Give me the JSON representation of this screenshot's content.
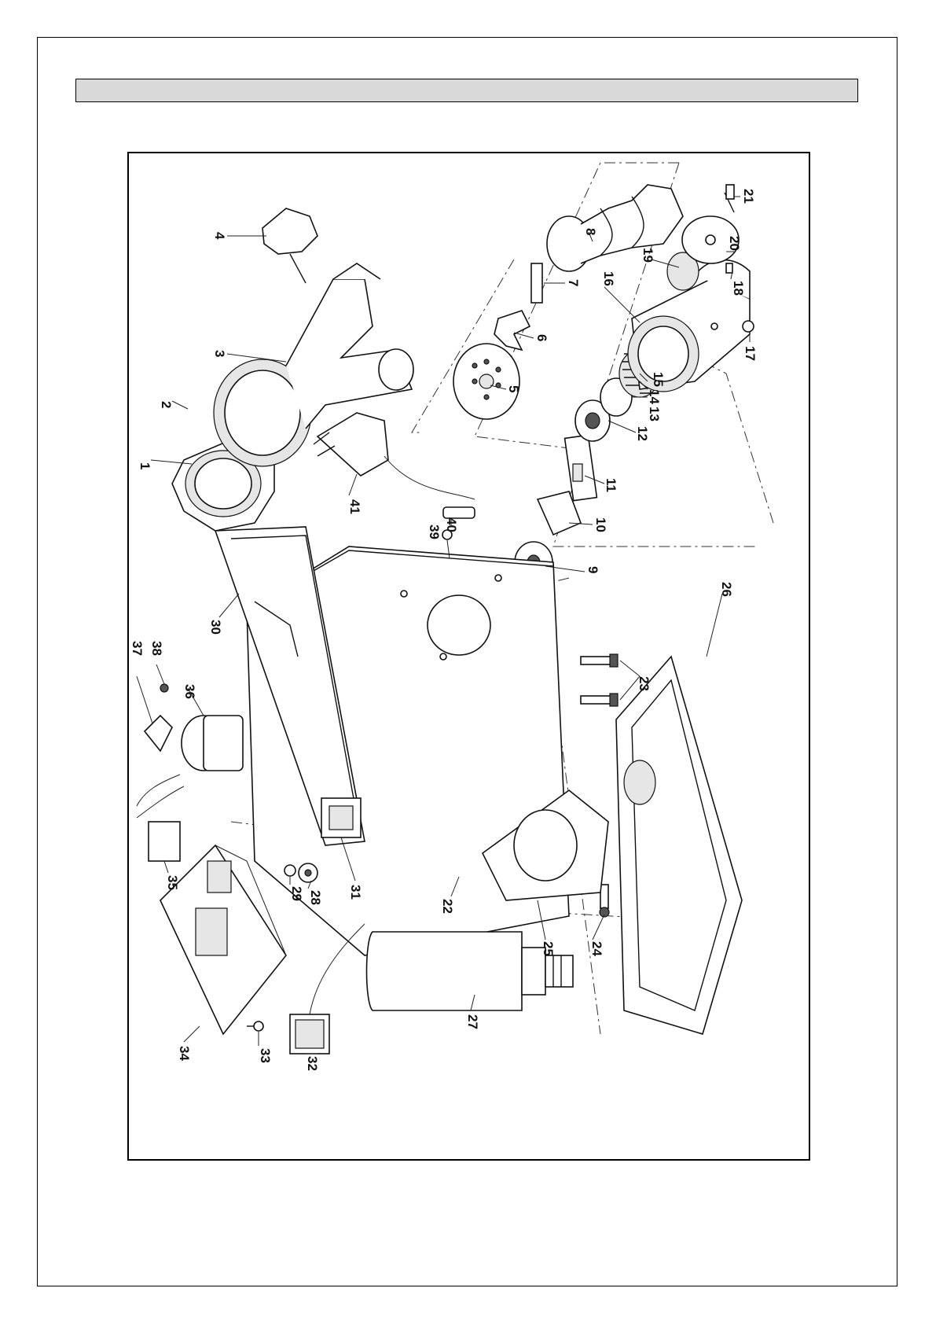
{
  "header": {
    "title": ""
  },
  "diagram": {
    "callouts": [
      {
        "id": "p1",
        "label": "1"
      },
      {
        "id": "p2",
        "label": "2"
      },
      {
        "id": "p3",
        "label": "3"
      },
      {
        "id": "p4",
        "label": "4"
      },
      {
        "id": "p5",
        "label": "5"
      },
      {
        "id": "p6",
        "label": "6"
      },
      {
        "id": "p7",
        "label": "7"
      },
      {
        "id": "p8",
        "label": "8"
      },
      {
        "id": "p9",
        "label": "9"
      },
      {
        "id": "p10",
        "label": "10"
      },
      {
        "id": "p11",
        "label": "11"
      },
      {
        "id": "p12",
        "label": "12"
      },
      {
        "id": "p13",
        "label": "13"
      },
      {
        "id": "p14",
        "label": "14"
      },
      {
        "id": "p15",
        "label": "15"
      },
      {
        "id": "p16",
        "label": "16"
      },
      {
        "id": "p17",
        "label": "17"
      },
      {
        "id": "p18",
        "label": "18"
      },
      {
        "id": "p19",
        "label": "19"
      },
      {
        "id": "p20",
        "label": "20"
      },
      {
        "id": "p21",
        "label": "21"
      },
      {
        "id": "p22",
        "label": "22"
      },
      {
        "id": "p23",
        "label": "23"
      },
      {
        "id": "p24",
        "label": "24"
      },
      {
        "id": "p25",
        "label": "25"
      },
      {
        "id": "p26",
        "label": "26"
      },
      {
        "id": "p27",
        "label": "27"
      },
      {
        "id": "p28",
        "label": "28"
      },
      {
        "id": "p29",
        "label": "29"
      },
      {
        "id": "p30",
        "label": "30"
      },
      {
        "id": "p31",
        "label": "31"
      },
      {
        "id": "p32",
        "label": "32"
      },
      {
        "id": "p33",
        "label": "33"
      },
      {
        "id": "p34",
        "label": "34"
      },
      {
        "id": "p35",
        "label": "35"
      },
      {
        "id": "p36",
        "label": "36"
      },
      {
        "id": "p37",
        "label": "37"
      },
      {
        "id": "p38",
        "label": "38"
      },
      {
        "id": "p39",
        "label": "39"
      },
      {
        "id": "p40",
        "label": "40"
      },
      {
        "id": "p41",
        "label": "41"
      }
    ]
  }
}
